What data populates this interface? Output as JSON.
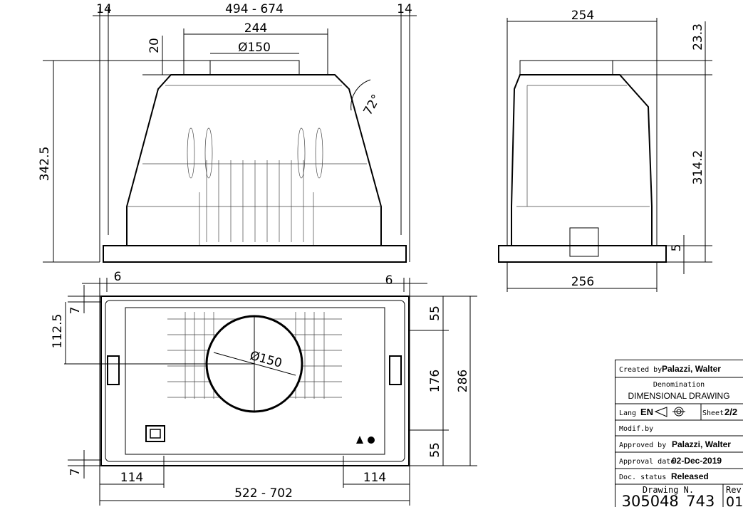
{
  "front_view": {
    "dim_left_margin": "14",
    "dim_width_range": "494 - 674",
    "dim_right_margin": "14",
    "dim_cap_width": "244",
    "dim_duct": "Ø150",
    "dim_cap_height": "20",
    "dim_angle": "72°",
    "dim_total_height": "342.5"
  },
  "side_view": {
    "dim_top_depth": "254",
    "dim_cap_height": "23.3",
    "dim_body_height": "314.2",
    "dim_flange": "5",
    "dim_bottom_depth": "256"
  },
  "plan_view": {
    "dim_left_edge": "6",
    "dim_right_edge": "6",
    "dim_top_offset": "7",
    "dim_center_offset": "112.5",
    "dim_top_hole": "55",
    "dim_hole_span": "176",
    "dim_total_depth": "286",
    "dim_bottom_hole": "55",
    "dim_bottom_offset": "7",
    "dim_left_hole": "114",
    "dim_right_hole": "114",
    "dim_width_range": "522 - 702",
    "dim_duct": "Ø150"
  },
  "title_block": {
    "created_by_label": "Created by",
    "created_by": "Palazzi, Walter",
    "denomination_label": "Denomination",
    "denomination": "DIMENSIONAL DRAWING",
    "lang_label": "Lang",
    "lang": "EN",
    "sheet_label": "Sheet",
    "sheet": "2/2",
    "modif_label": "Modif.by",
    "approved_label": "Approved by",
    "approved_by": "Palazzi, Walter",
    "approval_date_label": "Approval date",
    "approval_date": "02-Dec-2019",
    "status_label": "Doc. status",
    "status": "Released",
    "drawing_label": "Drawing N.",
    "drawing_number": "305048_743",
    "rev_label": "Rev",
    "rev": "01"
  }
}
